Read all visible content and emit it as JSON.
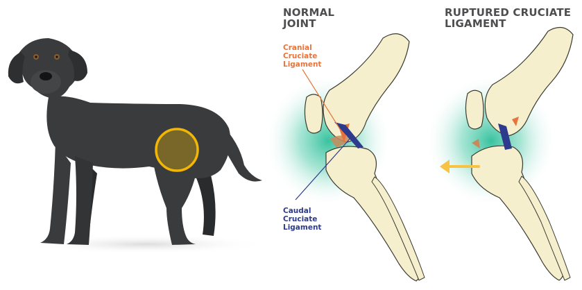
{
  "headings": {
    "normal": "NORMAL\nJOINT",
    "ruptured": "RUPTURED CRUCIATE\nLIGAMENT"
  },
  "labels": {
    "cranial": "Cranial\nCruciate\nLigament",
    "caudal": "Caudal\nCruciate\nLigament"
  },
  "colors": {
    "cranial": "#e8743b",
    "caudal": "#2e3a8c",
    "heading": "#4e4e50",
    "dog": "#3a3b3d",
    "highlight": "#f2b705",
    "glow": "#35c2a0",
    "bone": "#f5efcd",
    "arrow": "#f6c343"
  },
  "icons": [
    "dog-illustration",
    "knee-highlight-circle",
    "normal-joint-illustration",
    "ruptured-joint-illustration",
    "movement-arrow-icon"
  ]
}
